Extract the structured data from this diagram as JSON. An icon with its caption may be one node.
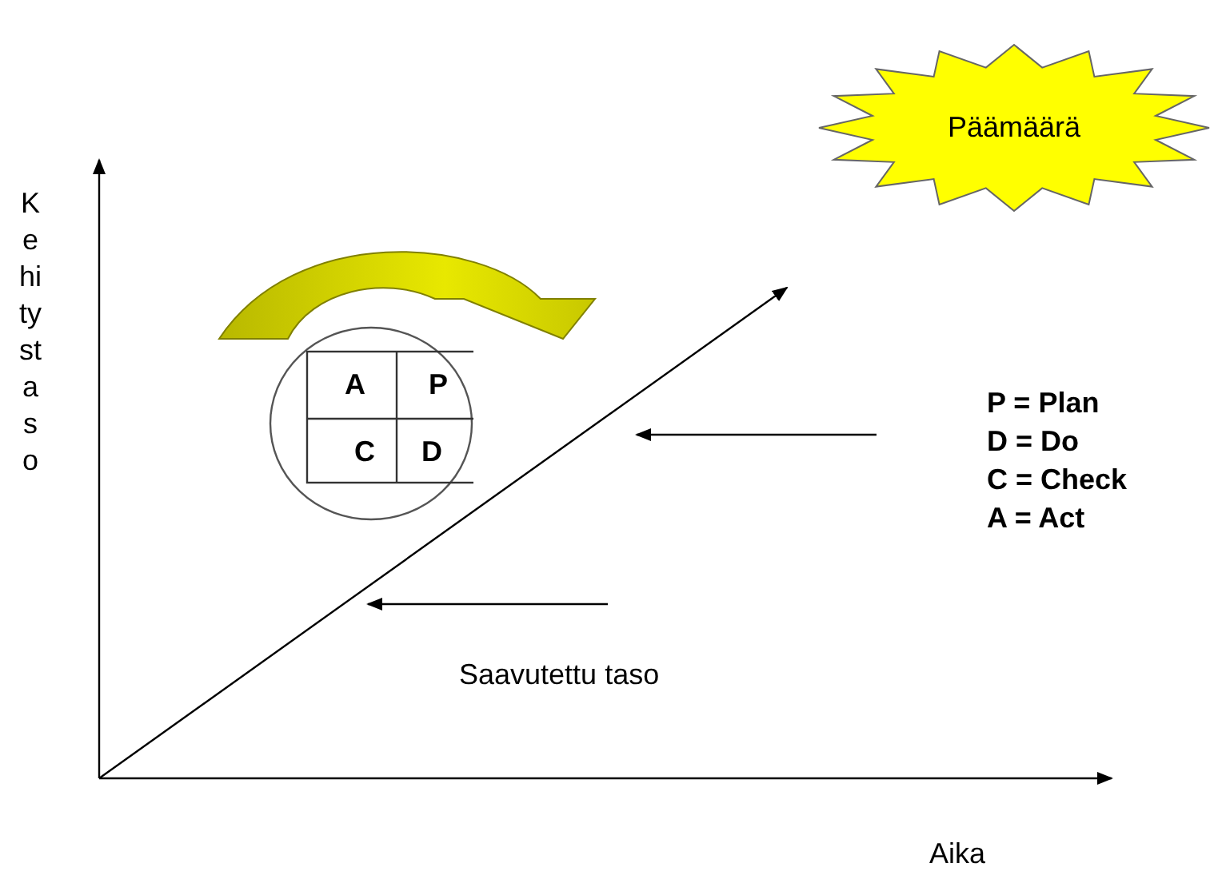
{
  "diagram": {
    "nodes": [
      {
        "text": [
          "Päämäärä"
        ]
      },
      {
        "text": [
          "A",
          "P",
          "C",
          "D"
        ]
      }
    ],
    "labels": [
      "Kehitystaso",
      "P = Plan",
      "D = Do",
      "C = Check",
      "A = Act",
      "Saavutettu taso",
      "Aika"
    ]
  }
}
